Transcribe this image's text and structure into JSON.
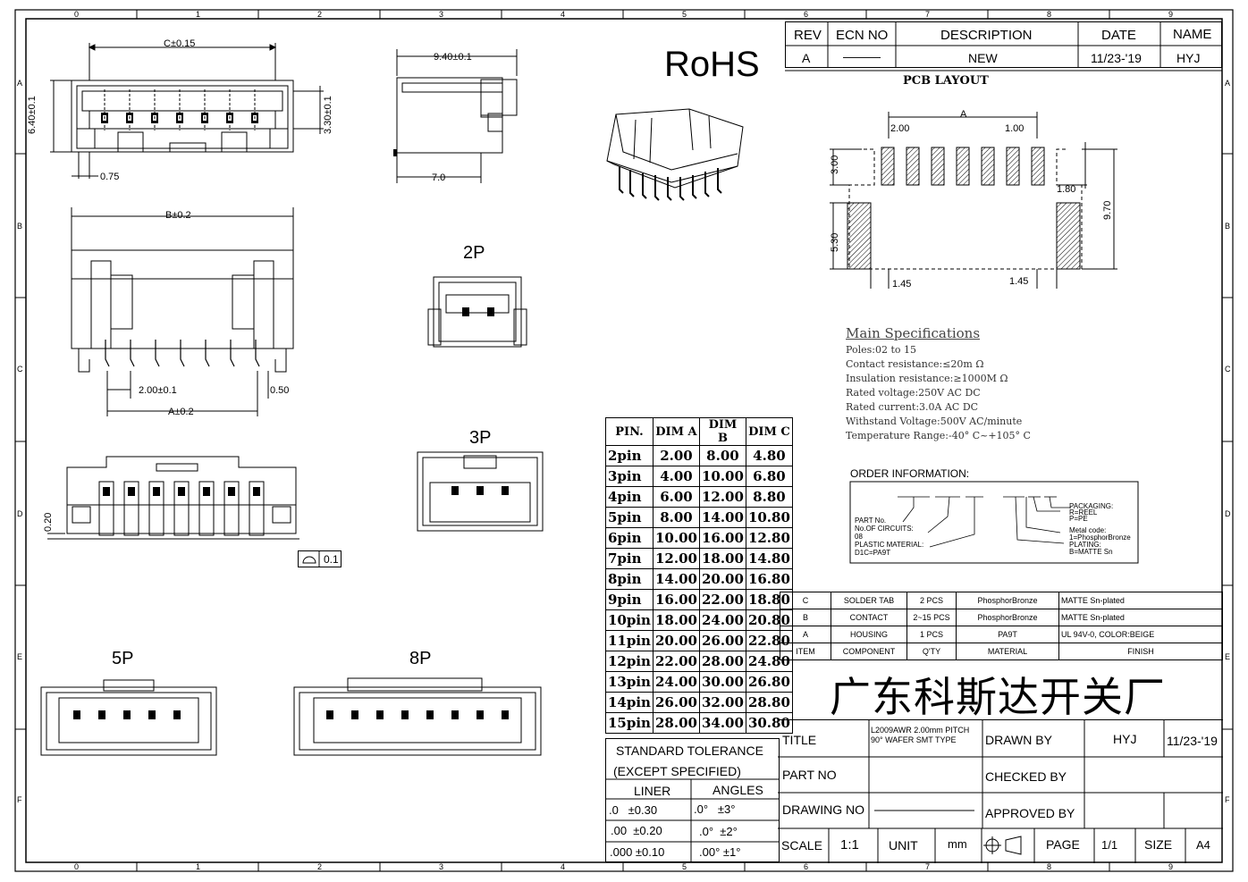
{
  "border_zones": {
    "top": [
      "0",
      "1",
      "2",
      "3",
      "4",
      "5",
      "6",
      "7",
      "8",
      "9"
    ],
    "side": [
      "A",
      "B",
      "C",
      "D",
      "E",
      "F"
    ]
  },
  "revision": {
    "headers": [
      "REV",
      "ECN NO",
      "DESCRIPTION",
      "DATE",
      "NAME"
    ],
    "row": [
      "A",
      "———",
      "NEW",
      "11/23-'19",
      "HYJ"
    ]
  },
  "rohs": "RoHS",
  "pcb_layout": {
    "title": "PCB LAYOUT",
    "dims": {
      "a": "A",
      "pitch": "1.00",
      "left": "2.00",
      "h300": "3.00",
      "h180": "1.80",
      "h970": "9.70",
      "h530": "5.30",
      "b145l": "1.45",
      "b145r": "1.45"
    }
  },
  "dims": {
    "c": "C±0.15",
    "h640": "6.40±0.1",
    "h330": "3.30±0.1",
    "w075": "0.75",
    "w940": "9.40±0.1",
    "w70": "7.0",
    "b": "B±0.2",
    "p200": "2.00±0.1",
    "w050": "0.50",
    "a": "A±0.2",
    "h020": "0.20",
    "flat": "0.1"
  },
  "views": {
    "p2": "2P",
    "p3": "3P",
    "p5": "5P",
    "p8": "8P"
  },
  "dim_table": {
    "headers": [
      "PIN.",
      "DIM A",
      "DIM B",
      "DIM C"
    ],
    "rows": [
      [
        "2pin",
        "2.00",
        "8.00",
        "4.80"
      ],
      [
        "3pin",
        "4.00",
        "10.00",
        "6.80"
      ],
      [
        "4pin",
        "6.00",
        "12.00",
        "8.80"
      ],
      [
        "5pin",
        "8.00",
        "14.00",
        "10.80"
      ],
      [
        "6pin",
        "10.00",
        "16.00",
        "12.80"
      ],
      [
        "7pin",
        "12.00",
        "18.00",
        "14.80"
      ],
      [
        "8pin",
        "14.00",
        "20.00",
        "16.80"
      ],
      [
        "9pin",
        "16.00",
        "22.00",
        "18.80"
      ],
      [
        "10pin",
        "18.00",
        "24.00",
        "20.80"
      ],
      [
        "11pin",
        "20.00",
        "26.00",
        "22.80"
      ],
      [
        "12pin",
        "22.00",
        "28.00",
        "24.80"
      ],
      [
        "13pin",
        "24.00",
        "30.00",
        "26.80"
      ],
      [
        "14pin",
        "26.00",
        "32.00",
        "28.80"
      ],
      [
        "15pin",
        "28.00",
        "34.00",
        "30.80"
      ]
    ]
  },
  "tolerance": {
    "title": "STANDARD TOLERANCE",
    "sub": "(EXCEPT  SPECIFIED)",
    "headers": [
      "LINER",
      "ANGLES"
    ],
    "rows": [
      [
        ".0   ±0.30",
        ".0°   ±3°"
      ],
      [
        ".00  ±0.20",
        ".0°  ±2°"
      ],
      [
        ".000 ±0.10",
        ".00° ±1°"
      ]
    ]
  },
  "specs": {
    "title": "Main Specifications",
    "lines": [
      "Poles:02 to 15",
      "Contact resistance:≤20m Ω",
      "Insulation resistance:≥1000M Ω",
      "Rated voltage:250V AC DC",
      "Rated current:3.0A AC DC",
      "Withstand Voltage:500V AC/minute",
      "Temperature Range:-40° C~+105° C"
    ]
  },
  "order": {
    "title": "ORDER  INFORMATION:",
    "left": [
      "PART No.",
      "No.OF CIRCUITS:",
      "08",
      "PLASTIC MATERIAL:",
      "D1C=PA9T"
    ],
    "right": [
      "PACKAGING:",
      "R=REEL",
      "P=PE",
      "Metal code:",
      "1=PhosphorBronze",
      "PLATING:",
      "B=MATTE Sn"
    ]
  },
  "bom": {
    "rows": [
      [
        "C",
        "SOLDER TAB",
        "2 PCS",
        "PhosphorBronze",
        "MATTE Sn-plated"
      ],
      [
        "B",
        "CONTACT",
        "2~15 PCS",
        "PhosphorBronze",
        "MATTE Sn-plated"
      ],
      [
        "A",
        "HOUSING",
        "1 PCS",
        "PA9T",
        "UL 94V-0, COLOR:BEIGE"
      ]
    ],
    "headers": [
      "ITEM",
      "COMPONENT",
      "Q'TY",
      "MATERIAL",
      "FINISH"
    ]
  },
  "company": "广东科斯达开关厂",
  "title_block": {
    "title_label": "TITLE",
    "title_value_1": "L2009AWR 2.00mm PITCH",
    "title_value_2": "90° WAFER SMT TYPE",
    "drawn_by_label": "DRAWN BY",
    "drawn_by": "HYJ",
    "drawn_date": "11/23-'19",
    "part_no_label": "PART NO",
    "checked_by_label": "CHECKED BY",
    "drawing_no_label": "DRAWING NO",
    "approved_by_label": "APPROVED BY",
    "scale_label": "SCALE",
    "scale": "1:1",
    "unit_label": "UNIT",
    "unit": "mm",
    "page_label": "PAGE",
    "page": "1/1",
    "size_label": "SIZE",
    "size": "A4"
  }
}
